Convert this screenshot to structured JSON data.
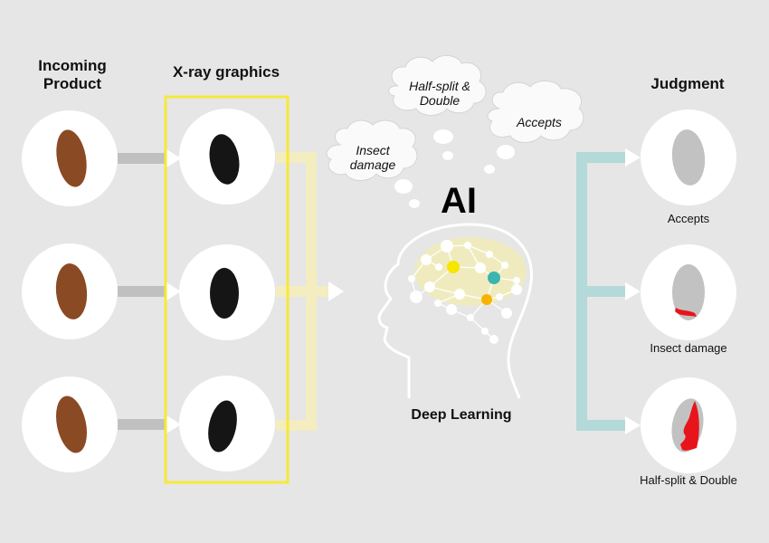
{
  "headings": {
    "incoming": "Incoming Product",
    "incoming_line1": "Incoming",
    "incoming_line2": "Product",
    "xray": "X-ray graphics",
    "judgment": "Judgment",
    "ai": "AI",
    "deep_learning": "Deep Learning"
  },
  "thought_clouds": [
    {
      "line1": "Half-split &",
      "line2": "Double"
    },
    {
      "line1": "Accepts",
      "line2": ""
    },
    {
      "line1": "Insect",
      "line2": "damage"
    }
  ],
  "judgments": [
    {
      "label": "Accepts",
      "damage": "none"
    },
    {
      "label": "Insect damage",
      "damage": "small"
    },
    {
      "label": "Half-split & Double",
      "damage": "large"
    }
  ],
  "colors": {
    "background": "#e6e6e6",
    "xray_frame": "#f5e93a",
    "xray_connector": "#f3edbf",
    "input_connector": "#c0c0c0",
    "judgment_connector": "#b3d9d8",
    "almond": "#8a4a24",
    "xray_kernel": "#151515",
    "judged_kernel": "#c2c2c2",
    "defect": "#e8141c",
    "node_yellow": "#f7e600",
    "node_teal": "#3ab5b0",
    "node_orange": "#f6b400"
  }
}
